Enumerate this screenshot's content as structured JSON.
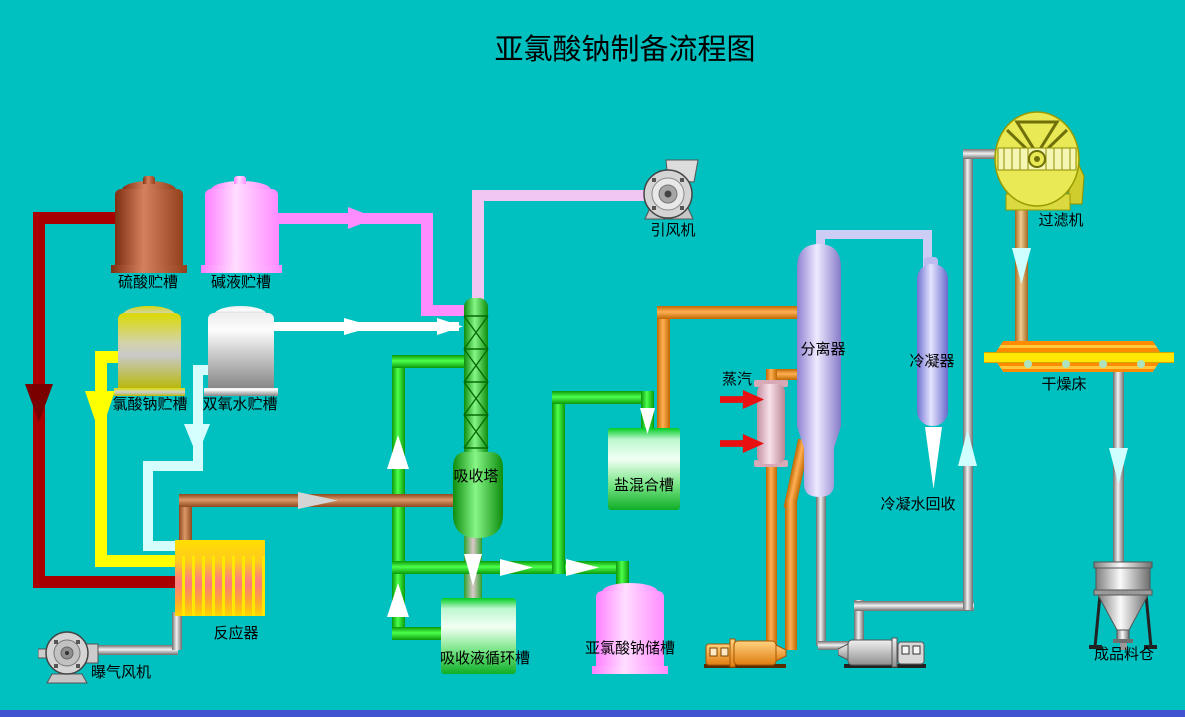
{
  "title": "亚氯酸钠制备流程图",
  "labels": {
    "sulfuric_acid_tank": "硫酸贮槽",
    "alkali_tank": "碱液贮槽",
    "sodium_chlorate_tank": "氯酸钠贮槽",
    "hydrogen_peroxide_tank": "双氧水贮槽",
    "induced_draft_fan": "引风机",
    "absorption_tower": "吸收塔",
    "salt_mixing_tank": "盐混合槽",
    "separator": "分离器",
    "steam": "蒸汽",
    "condenser": "冷凝器",
    "condensate_recovery": "冷凝水回收",
    "filter_machine": "过滤机",
    "drying_bed": "干燥床",
    "reactor": "反应器",
    "aeration_fan": "曝气风机",
    "absorption_liquid_circulation_tank": "吸收液循环槽",
    "sodium_chlorite_storage_tank": "亚氯酸钠储槽",
    "finished_product_silo": "成品料仓"
  },
  "colors": {
    "background": "#00C0C0",
    "bottom_bar": "#4053D0",
    "pipe_green": "#22CC22",
    "pipe_orange": "#E8862C",
    "pipe_copper": "#C07040",
    "pipe_dark_red": "#A80000",
    "pipe_yellow": "#FFFF00",
    "pipe_pink": "#FF8CFF",
    "pipe_light_cyan": "#D5FFFF",
    "pipe_gray": "#BBBBBB",
    "pipe_lavender": "#CCCCF5",
    "steam_arrow_red": "#E81010"
  }
}
